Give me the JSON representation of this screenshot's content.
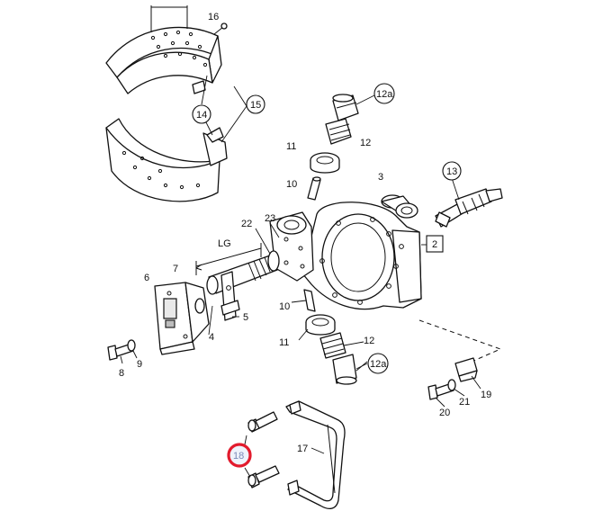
{
  "labels": {
    "l16": "16",
    "l15": "15",
    "l14": "14",
    "l12a_top": "12a",
    "l12_top": "12",
    "l11_top": "11",
    "l10_top": "10",
    "l3": "3",
    "l13": "13",
    "l22": "22",
    "l23": "23",
    "lLG": "LG",
    "l2": "2",
    "l6": "6",
    "l7": "7",
    "l4": "4",
    "l5": "5",
    "l10_bot": "10",
    "l11_bot": "11",
    "l12_bot": "12",
    "l12a_bot": "12a",
    "l8": "8",
    "l9": "9",
    "l19": "19",
    "l20": "20",
    "l21": "21",
    "l17": "17",
    "l18": "18"
  },
  "colors": {
    "highlight_ring": "#e21b2d",
    "highlight_text": "#7a8ab8"
  }
}
